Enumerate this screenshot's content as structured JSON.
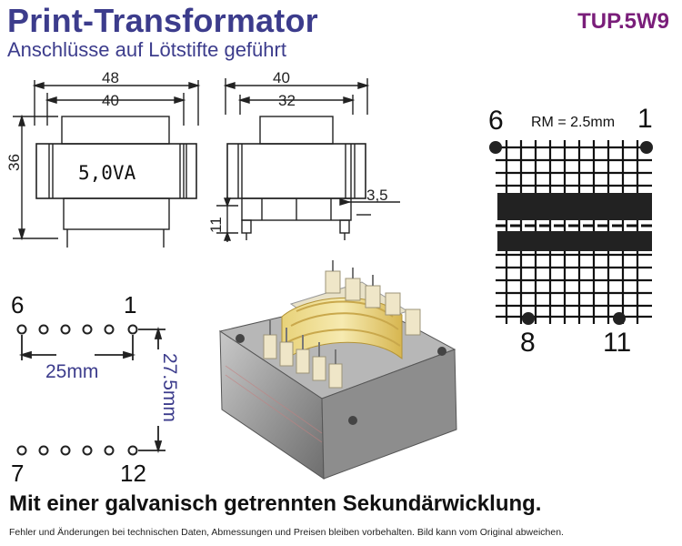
{
  "header": {
    "title": "Print-Transformator",
    "subtitle": "Anschlüsse auf Lötstifte geführt",
    "product_code": "TUP.5W9"
  },
  "front_view": {
    "dim_outer": "48",
    "dim_inner": "40",
    "dim_height": "36",
    "rating": "5,0VA"
  },
  "side_view": {
    "dim_outer": "40",
    "dim_inner": "32",
    "dim_pin_length": "11",
    "dim_pin_offset": "3,5"
  },
  "pin_layout": {
    "pin_top_left": "6",
    "pin_top_right": "1",
    "pin_bottom_left": "7",
    "pin_bottom_right": "12",
    "spacing_horizontal": "25mm",
    "spacing_vertical": "27.5mm"
  },
  "grid_diagram": {
    "pin_top_left": "6",
    "pin_top_right": "1",
    "pin_bottom_left": "8",
    "pin_bottom_right": "11",
    "raster": "RM = 2.5mm"
  },
  "footer": {
    "headline": "Mit einer galvanisch getrennten Sekundärwicklung.",
    "disclaimer": "Fehler und Änderungen bei technischen Daten, Abmessungen und Preisen bleiben vorbehalten. Bild kann vom Original abweichen."
  }
}
